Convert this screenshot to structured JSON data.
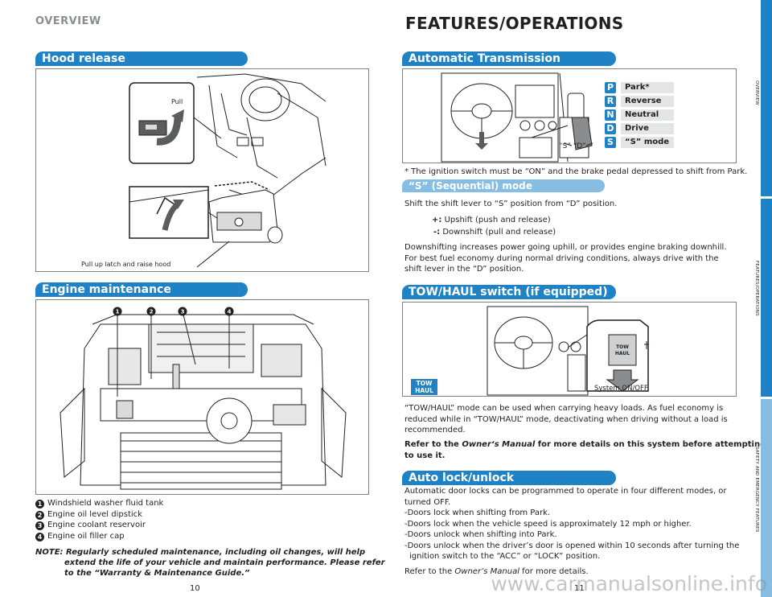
{
  "header": {
    "left": "OVERVIEW",
    "right": "FEATURES/OPERATIONS"
  },
  "hood": {
    "title": "Hood release",
    "label_pull": "Pull",
    "label_latch": "Pull up latch and raise hood"
  },
  "engine": {
    "title": "Engine maintenance",
    "items": [
      {
        "num": "1",
        "text": "Windshield washer fluid tank"
      },
      {
        "num": "2",
        "text": "Engine oil level dipstick"
      },
      {
        "num": "3",
        "text": "Engine coolant reservoir"
      },
      {
        "num": "4",
        "text": "Engine oil filler cap"
      }
    ],
    "note_label": "NOTE:",
    "note_line1": "Regularly scheduled maintenance, including oil changes, will help",
    "note_line2": "extend the life of your vehicle and maintain performance. Please refer",
    "note_line3": "to the “Warranty & Maintenance Guide.”"
  },
  "transmission": {
    "title": "Automatic Transmission",
    "gears": [
      {
        "letter": "P",
        "name": "Park*"
      },
      {
        "letter": "R",
        "name": "Reverse"
      },
      {
        "letter": "N",
        "name": "Neutral"
      },
      {
        "letter": "D",
        "name": "Drive"
      },
      {
        "letter": "S",
        "name": "“S” mode"
      }
    ],
    "shifter_label": "“S”  “D”",
    "footnote": "* The ignition switch must be “ON” and the brake pedal depressed to shift from Park."
  },
  "sequential": {
    "title": "“S” (Sequential) mode",
    "line1": "Shift the shift lever to “S” position from “D” position.",
    "plus_key": "+:",
    "plus_text": "Upshift (push and release)",
    "minus_key": "-:",
    "minus_text": "Downshift (pull and release)",
    "para1": "Downshifting increases power going uphill, or provides engine braking downhill.",
    "para2": "For best fuel economy during normal driving conditions, always drive with the",
    "para3": "shift lever in the “D” position."
  },
  "towhaul": {
    "title": "TOW/HAUL switch (if equipped)",
    "badge_line1": "TOW",
    "badge_line2": "HAUL",
    "system_label": "System ON/OFF",
    "p1": "“TOW/HAUL” mode can be used when carrying heavy loads. As fuel economy is",
    "p2": "reduced while in “TOW/HAUL” mode, deactivating when driving without a load is",
    "p3": "recommended.",
    "refer1_a": "Refer to the ",
    "refer1_b": "Owner‘s Manual",
    "refer1_c": " for more details on this system before attempting",
    "refer2": "to use it."
  },
  "autolock": {
    "title": "Auto lock/unlock",
    "l1": "Automatic door locks can be programmed to operate in four different modes, or",
    "l2": "turned OFF.",
    "l3": "-Doors lock when shifting from Park.",
    "l4": "-Doors lock when the vehicle speed is approximately 12 mph or higher.",
    "l5": "-Doors unlock when shifting into Park.",
    "l6": "-Doors unlock when the driver’s door is opened within 10 seconds after turning the",
    "l7": "ignition switch to the “ACC” or “LOCK” position.",
    "refer_a": "Refer to the ",
    "refer_b": "Owner’s Manual",
    "refer_c": " for more details."
  },
  "sidebar": {
    "tab1": "OVERVIEW",
    "tab2": "FEATURES/OPERATIONS",
    "tab3": "SAFETY AND EMERGENCY FEATURES"
  },
  "pages": {
    "left": "10",
    "right": "11"
  },
  "watermark": "www.carmanualsonline.info",
  "colors": {
    "accent": "#1f82c4",
    "accent_light": "#86bde3"
  }
}
